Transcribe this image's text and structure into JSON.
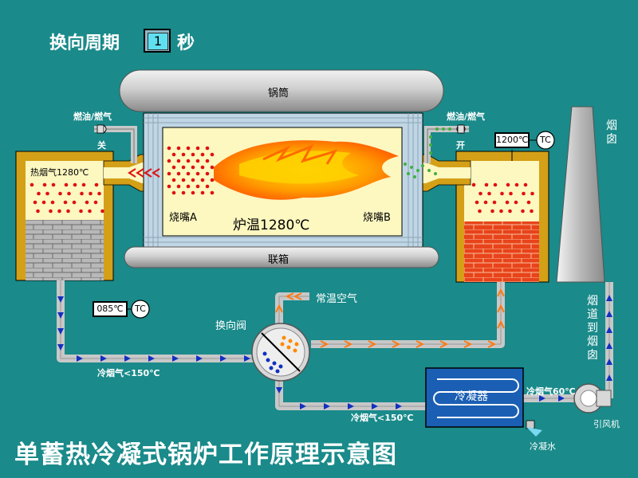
{
  "header": {
    "label": "换向周期",
    "value": "1",
    "unit": "秒"
  },
  "title": "单蓄热冷凝式锅炉工作原理示意图",
  "vessel": {
    "drum": "锅筒",
    "header_box": "联箱",
    "furnace_temp": "炉温1280℃",
    "burner_a": "烧嘴A",
    "burner_b": "烧嘴B"
  },
  "left_regen": {
    "label": "热烟气1280℃"
  },
  "fuel_left": {
    "label": "燃油/燃气",
    "state": "关"
  },
  "fuel_right": {
    "label": "燃油/燃气",
    "state": "开"
  },
  "sensors": {
    "right": {
      "value": "1200℃",
      "tag": "TC"
    },
    "left": {
      "value": "085℃",
      "tag": "TC"
    }
  },
  "flow_labels": {
    "ambient_air": "常温空气",
    "reversing_valve": "换向阀",
    "cold_flue_left": "冷烟气<150℃",
    "cold_flue_bottom": "冷烟气<150℃",
    "cold_flue_60": "冷烟气60℃",
    "condenser": "冷凝器",
    "condensate": "冷凝水",
    "fan": "引风机"
  },
  "chimney": {
    "label": "烟囱",
    "duct_label": "烟道到烟囱"
  },
  "colors": {
    "background": "#1a8a8a",
    "steel_frame": "#d4a017",
    "pipe": "#c8c8c8",
    "flame": "#ff8a00",
    "dots_hot": "#e01010",
    "dots_cold": "#1030c0",
    "condenser_body": "#1a5fb4"
  }
}
